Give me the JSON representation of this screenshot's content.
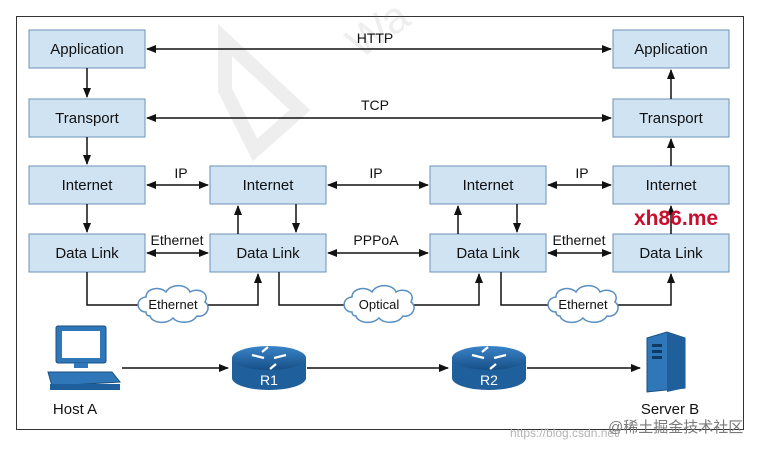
{
  "layers": {
    "left": [
      "Application",
      "Transport",
      "Internet",
      "Data Link"
    ],
    "router1": [
      "Internet",
      "Data Link"
    ],
    "router2": [
      "Internet",
      "Data Link"
    ],
    "right": [
      "Application",
      "Transport",
      "Internet",
      "Data Link"
    ]
  },
  "protocols": {
    "http": "HTTP",
    "tcp": "TCP",
    "ip_1": "IP",
    "ip_2": "IP",
    "ip_3": "IP",
    "ethernet_1": "Ethernet",
    "pppoa": "PPPoA",
    "ethernet_2": "Ethernet"
  },
  "links": {
    "cloud_1": "Ethernet",
    "cloud_2": "Optical",
    "cloud_3": "Ethernet"
  },
  "devices": {
    "host": "Host A",
    "router1": "R1",
    "router2": "R2",
    "server": "Server B"
  },
  "watermarks": {
    "site": "xh86.me",
    "csdn": "https://blog.csdn.net/",
    "community": "@稀土掘金技术社区"
  },
  "colors": {
    "box_fill": "#cfe3f3",
    "box_stroke": "#6b93b5",
    "device_blue": "#1f5f9c",
    "site_red": "#c8102e"
  }
}
